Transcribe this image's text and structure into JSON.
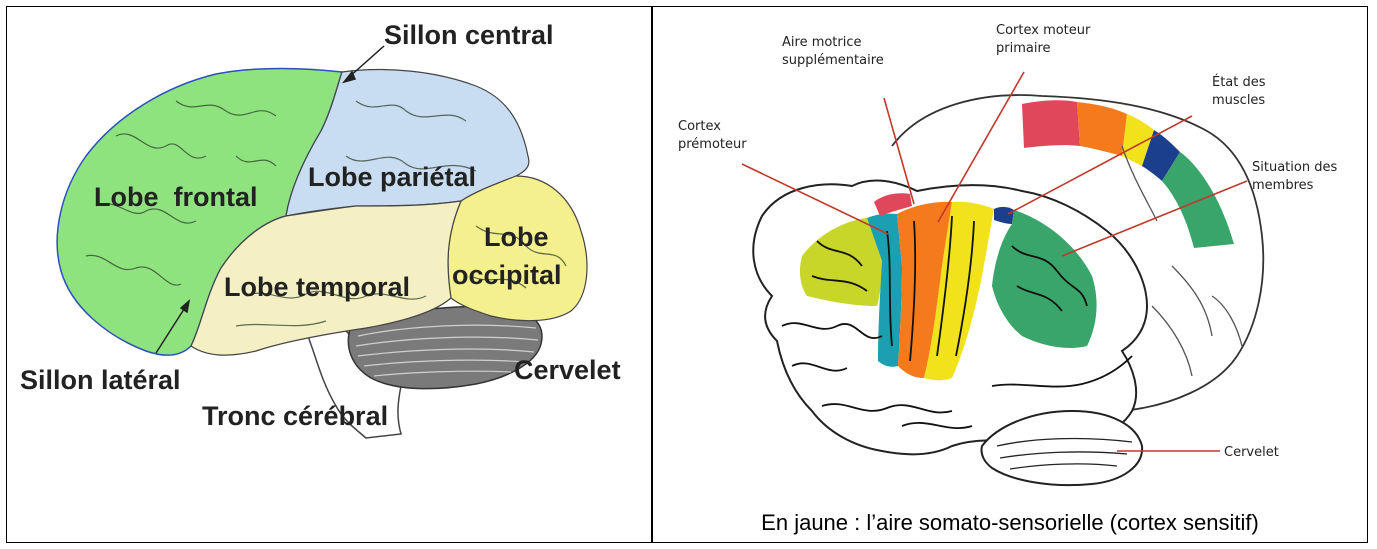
{
  "left": {
    "lobes": [
      {
        "key": "frontal",
        "label": "Lobe  frontal",
        "color": "#8fe37f"
      },
      {
        "key": "parietal",
        "label": "Lobe pariétal",
        "color": "#c9ddf2"
      },
      {
        "key": "temporal",
        "label": "Lobe temporal",
        "color": "#f4f0c4"
      },
      {
        "key": "occipital_1",
        "label": "Lobe",
        "color": "#f5f08e"
      },
      {
        "key": "occipital_2",
        "label": "occipital",
        "color": "#f5f08e"
      }
    ],
    "labels": {
      "sillon_central": "Sillon central",
      "sillon_lateral": "Sillon latéral",
      "tronc": "Tronc cérébral",
      "cervelet": "Cervelet"
    }
  },
  "right": {
    "labels": {
      "aire_motrice_1": "Aire motrice",
      "aire_motrice_2": "supplémentaire",
      "cortex_moteur_1": "Cortex moteur",
      "cortex_moteur_2": "primaire",
      "etat_1": "État des",
      "etat_2": "muscles",
      "premoteur_1": "Cortex",
      "premoteur_2": "prémoteur",
      "situation_1": "Situation des",
      "situation_2": "membres",
      "cervelet": "Cervelet"
    },
    "caption": "En jaune : l’aire somato-sensorielle (cortex sensitif)",
    "colors": {
      "yellow_green": "#c8d62a",
      "teal": "#1aa0b0",
      "orange": "#f47a1c",
      "yellow": "#f2e21b",
      "green": "#3aa56a",
      "red": "#e0475a",
      "navy": "#1b3f8c",
      "leader": "#c0392b"
    }
  }
}
